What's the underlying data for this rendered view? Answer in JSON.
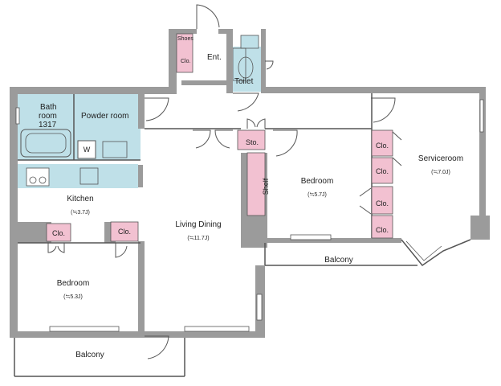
{
  "rooms": {
    "entrance": {
      "label": "Ent."
    },
    "shoes_closet": {
      "label_1": "Shoes",
      "label_2": "Clo."
    },
    "toilet": {
      "label": "Toilet"
    },
    "bathroom": {
      "label_1": "Bath",
      "label_2": "room",
      "label_3": "1317"
    },
    "powder_room": {
      "label": "Powder room"
    },
    "washer": {
      "label": "W"
    },
    "storage": {
      "label": "Sto."
    },
    "shelf": {
      "label": "Shelf"
    },
    "kitchen": {
      "label": "Kitchen",
      "area": "(≒3.7J)"
    },
    "living_dining": {
      "label": "Living Dining",
      "area": "(≒11.7J)"
    },
    "bedroom_center": {
      "label": "Bedroom",
      "area": "(≒5.7J)"
    },
    "bedroom_left": {
      "label": "Bedroom",
      "area": "(≒5.3J)"
    },
    "service_room": {
      "label": "Serviceroom",
      "area": "(≒7.0J)"
    },
    "closets": {
      "label": "Clo."
    },
    "balcony_right": {
      "label": "Balcony"
    },
    "balcony_bottom": {
      "label": "Balcony"
    }
  },
  "colors": {
    "wall": "#9b9b9b",
    "wet_area": "#bfe0e8",
    "storage": "#f2c1d1",
    "line": "#555555"
  }
}
